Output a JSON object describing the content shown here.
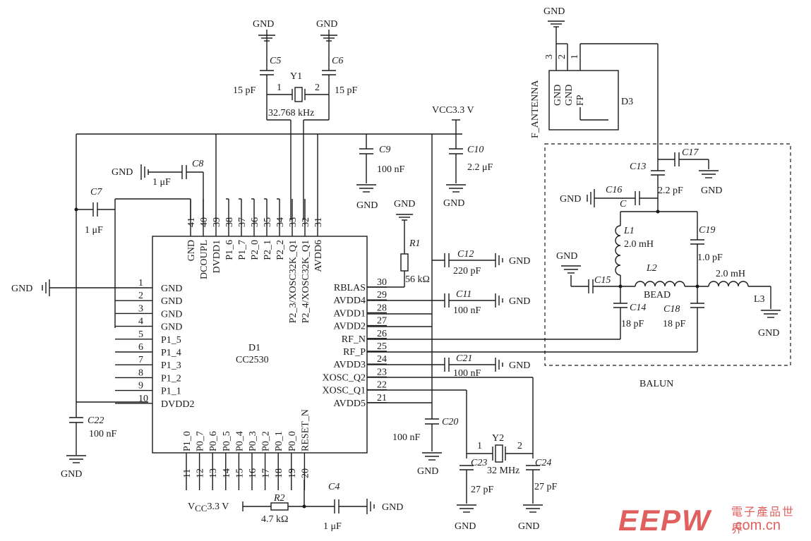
{
  "ic": {
    "designator": "D1",
    "part": "CC2530",
    "left_pins": [
      {
        "num": "1",
        "name": "GND"
      },
      {
        "num": "2",
        "name": "GND"
      },
      {
        "num": "3",
        "name": "GND"
      },
      {
        "num": "4",
        "name": "GND"
      },
      {
        "num": "5",
        "name": "P1_5"
      },
      {
        "num": "6",
        "name": "P1_4"
      },
      {
        "num": "7",
        "name": "P1_3"
      },
      {
        "num": "8",
        "name": "P1_2"
      },
      {
        "num": "9",
        "name": "P1_1"
      },
      {
        "num": "10",
        "name": "DVDD2"
      }
    ],
    "right_pins": [
      {
        "num": "30",
        "name": "RBLAS"
      },
      {
        "num": "29",
        "name": "AVDD4"
      },
      {
        "num": "28",
        "name": "AVDD1"
      },
      {
        "num": "27",
        "name": "AVDD2"
      },
      {
        "num": "26",
        "name": "RF_N"
      },
      {
        "num": "25",
        "name": "RF_P"
      },
      {
        "num": "24",
        "name": "AVDD3"
      },
      {
        "num": "23",
        "name": "XOSC_Q2"
      },
      {
        "num": "22",
        "name": "XOSC_Q1"
      },
      {
        "num": "21",
        "name": "AVDD5"
      }
    ],
    "top_pins": [
      {
        "num": "41",
        "name": "GND"
      },
      {
        "num": "40",
        "name": "DCOUPL"
      },
      {
        "num": "39",
        "name": "DVDD1"
      },
      {
        "num": "38",
        "name": "P1_6"
      },
      {
        "num": "37",
        "name": "P1_7"
      },
      {
        "num": "36",
        "name": "P2_0"
      },
      {
        "num": "35",
        "name": "P2_1"
      },
      {
        "num": "34",
        "name": "P2_2"
      },
      {
        "num": "33",
        "name": "P2_3/XOSC32K_Q1"
      },
      {
        "num": "32",
        "name": "P2_4/XOSC32K_Q1"
      },
      {
        "num": "31",
        "name": "AVDD6"
      }
    ],
    "bottom_pins": [
      {
        "num": "11",
        "name": "P1_0"
      },
      {
        "num": "12",
        "name": "P0_7"
      },
      {
        "num": "13",
        "name": "P0_6"
      },
      {
        "num": "14",
        "name": "P0_5"
      },
      {
        "num": "15",
        "name": "P0_4"
      },
      {
        "num": "16",
        "name": "P0_3"
      },
      {
        "num": "17",
        "name": "P0_2"
      },
      {
        "num": "18",
        "name": "P0_1"
      },
      {
        "num": "19",
        "name": "P0_0"
      },
      {
        "num": "20",
        "name": "RESET_N"
      }
    ]
  },
  "labels": {
    "gnd": "GND",
    "vcc_top": "VCC3.3 V",
    "vcc_bottom_prefix": "V",
    "vcc_bottom_sub": "CC",
    "vcc_bottom_suffix": "3.3 V",
    "balun": "BALUN",
    "bead": "BEAD",
    "antenna": "F_ANTENNA",
    "d3": "D3",
    "d3_pins": [
      "GND",
      "GND",
      "FP"
    ],
    "d3_pin_nums": [
      "3",
      "2",
      "1"
    ],
    "c_label": "C",
    "y1": "Y1",
    "y1_value": "32.768 kHz",
    "y1_pin1": "1",
    "y1_pin2": "2",
    "y2": "Y2",
    "y2_value": "32 MHz",
    "y2_pin1": "1",
    "y2_pin2": "2"
  },
  "components": {
    "c5": {
      "ref": "C5",
      "value": "15 pF"
    },
    "c6": {
      "ref": "C6",
      "value": "15 pF"
    },
    "c8": {
      "ref": "C8",
      "value": "1 μF"
    },
    "c7": {
      "ref": "C7",
      "value": "1 μF"
    },
    "c9": {
      "ref": "C9",
      "value": "100 nF"
    },
    "c10": {
      "ref": "C10",
      "value": "2.2 μF"
    },
    "c12": {
      "ref": "C12",
      "value": "220 pF"
    },
    "c11": {
      "ref": "C11",
      "value": "100 nF"
    },
    "c21": {
      "ref": "C21",
      "value": "100 nF"
    },
    "c22": {
      "ref": "C22",
      "value": "100 nF"
    },
    "c20": {
      "ref": "C20",
      "value": "100 nF"
    },
    "c23": {
      "ref": "C23",
      "value": "27 pF"
    },
    "c24": {
      "ref": "C24",
      "value": "27 pF"
    },
    "c4": {
      "ref": "C4",
      "value": "1 μF"
    },
    "r1": {
      "ref": "R1",
      "value": "56 kΩ"
    },
    "r2": {
      "ref": "R2",
      "value": "4.7 kΩ"
    },
    "c13": {
      "ref": "C13",
      "value": "2.2 pF"
    },
    "c17": {
      "ref": "C17",
      "value": ""
    },
    "c16": {
      "ref": "C16",
      "value": ""
    },
    "c19": {
      "ref": "C19",
      "value": "1.0 pF"
    },
    "c15": {
      "ref": "C15",
      "value": ""
    },
    "c14": {
      "ref": "C14",
      "value": "18 pF"
    },
    "c18": {
      "ref": "C18",
      "value": "18 pF"
    },
    "l1": {
      "ref": "L1",
      "value": "2.0 mH"
    },
    "l2": {
      "ref": "L2",
      "value": ""
    },
    "l3": {
      "ref": "L3",
      "value": "2.0 mH"
    }
  },
  "watermark": {
    "mark": "EEPW",
    "cn": "電子產品世界",
    "url": ".com.cn",
    "color": "#e06060"
  }
}
